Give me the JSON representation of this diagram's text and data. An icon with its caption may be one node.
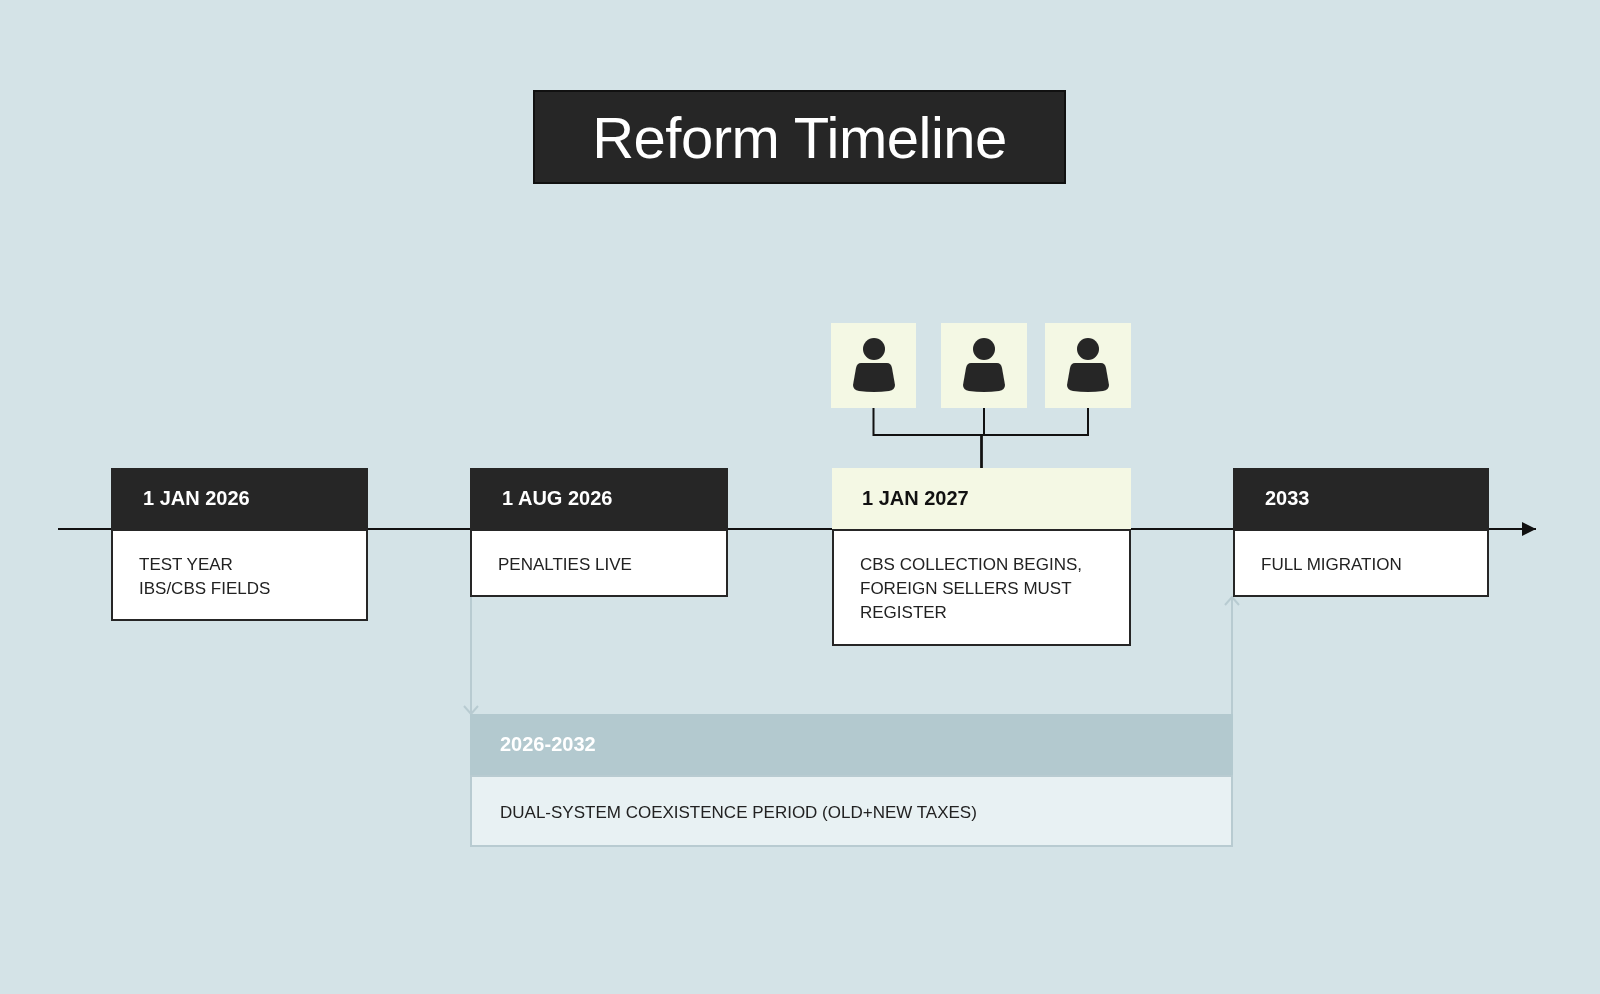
{
  "diagram": {
    "title": "Reform Timeline",
    "nodes": [
      {
        "text": [
          "1 JAN 2026",
          "TEST YEAR IBS/CBS FIELDS"
        ]
      },
      {
        "text": [
          "1 AUG 2026",
          "PENALTIES LIVE"
        ]
      },
      {
        "text": [
          "1 JAN 2027",
          "CBS COLLECTION BEGINS, FOREIGN SELLERS MUST REGISTER"
        ]
      },
      {
        "text": [
          "2033",
          "FULL MIGRATION"
        ]
      },
      {
        "text": [],
        "shape": "person"
      },
      {
        "text": [],
        "shape": "person"
      },
      {
        "text": [],
        "shape": "person"
      },
      {
        "text": [
          "2026-2032",
          "DUAL-SYSTEM COEXISTENCE PERIOD (OLD+NEW TAXES)"
        ]
      }
    ],
    "edges": [
      {
        "from": null,
        "to": 0,
        "arrow": "none"
      },
      {
        "from": 0,
        "to": 1,
        "arrow": "none"
      },
      {
        "from": 1,
        "to": 2,
        "arrow": "none"
      },
      {
        "from": 2,
        "to": 3,
        "arrow": "none"
      },
      {
        "from": 3,
        "to": null,
        "arrow": "to"
      },
      {
        "from": 4,
        "to": 2,
        "arrow": "none"
      },
      {
        "from": 5,
        "to": 2,
        "arrow": "none"
      },
      {
        "from": 6,
        "to": 2,
        "arrow": "none"
      },
      {
        "from": 1,
        "to": 7,
        "arrow": "to",
        "color": "#b8cbd1"
      },
      {
        "from": 7,
        "to": 3,
        "arrow": "to",
        "color": "#b8cbd1"
      }
    ]
  }
}
